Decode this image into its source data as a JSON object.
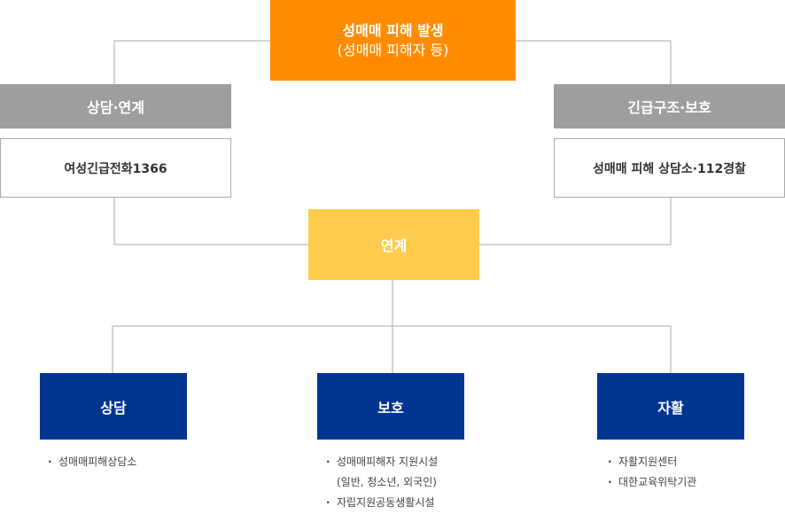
{
  "top_box": {
    "line1": "성매매 피해 발생",
    "line2": "(성매매 피해자 등)"
  },
  "left_header": "상담·연계",
  "left_box": "여성긴급전화1366",
  "right_header": "긴급구조·보호",
  "right_box": "성매매 피해 상담소·112경찰",
  "center_box": "연계",
  "bottom": [
    {
      "title": "상담",
      "items": [
        "성매매피해상담소"
      ]
    },
    {
      "title": "보호",
      "items": [
        "성매매피해자 지원시설",
        "(일반, 청소년, 외국인)",
        "자립지원공동생활시설"
      ]
    },
    {
      "title": "자활",
      "items": [
        "자활지원센터",
        "대한교육위탁기관"
      ]
    }
  ],
  "colors": {
    "top": "#ff8c00",
    "gray_header": "#9e9e9e",
    "center": "#ffcc4d",
    "bottom": "#003591",
    "connector": "#aaaaaa"
  }
}
